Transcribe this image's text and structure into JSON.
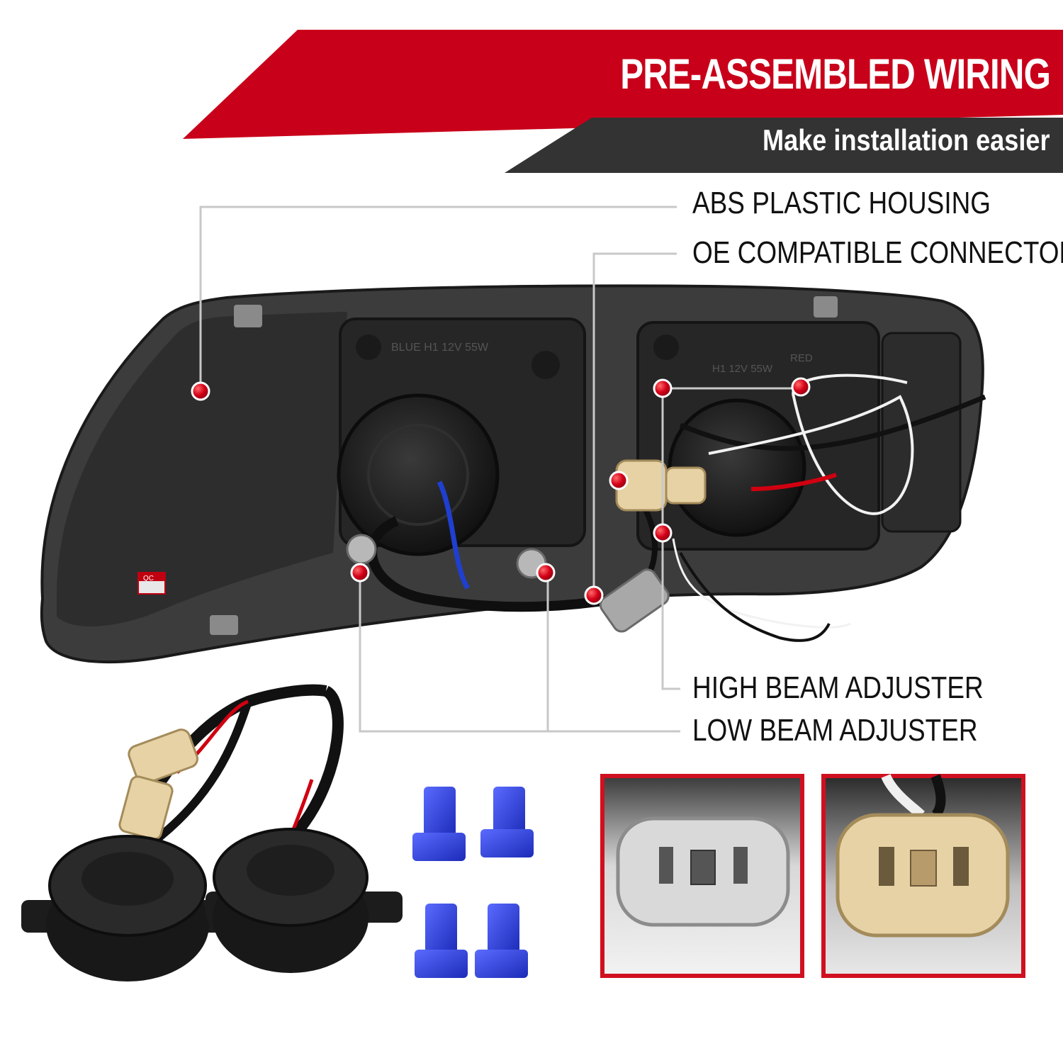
{
  "header": {
    "headline": "PRE-ASSEMBLED WIRING",
    "subline": "Make installation easier"
  },
  "callouts": {
    "housing": "ABS PLASTIC HOUSING",
    "connectors": "OE COMPATIBLE CONNECTORS",
    "high_beam": "HIGH BEAM ADJUSTER",
    "low_beam": "LOW BEAM ADJUSTER"
  },
  "product_markings": {
    "bulb_label_left": "BLUE H1 12V 55W",
    "bulb_label_right": "H1 12V 55W",
    "color_label_right": "RED",
    "qc_sticker": "QC"
  },
  "colors": {
    "brand_red": "#c8001a",
    "banner_dark": "#333333",
    "marker_red": "#d40018",
    "leader_gray": "#c8c8c8",
    "inset_border": "#d01020"
  }
}
